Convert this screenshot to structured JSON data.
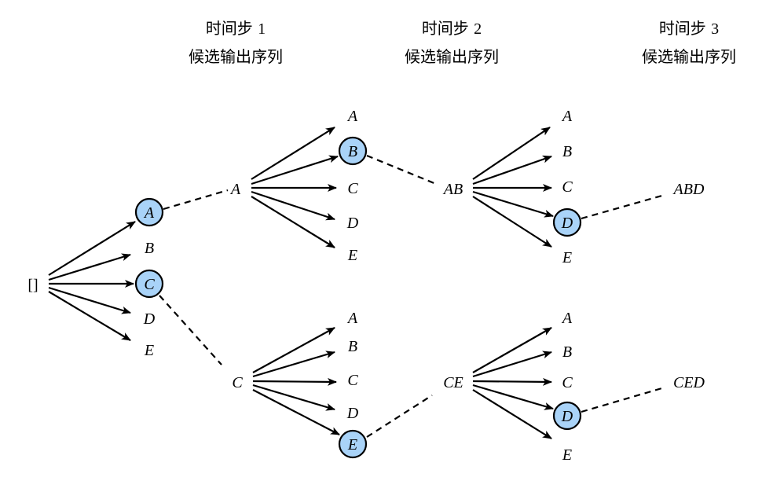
{
  "headers": [
    {
      "line1": "时间步",
      "num": "1",
      "line2": "候选输出序列"
    },
    {
      "line1": "时间步",
      "num": "2",
      "line2": "候选输出序列"
    },
    {
      "line1": "时间步",
      "num": "3",
      "line2": "候选输出序列"
    }
  ],
  "root_label": "[]",
  "step1": {
    "candidates": [
      "A",
      "B",
      "C",
      "D",
      "E"
    ],
    "selected": [
      "A",
      "C"
    ]
  },
  "step2": {
    "branches": [
      {
        "prefix": "A",
        "candidates": [
          "A",
          "B",
          "C",
          "D",
          "E"
        ],
        "selected": "B"
      },
      {
        "prefix": "C",
        "candidates": [
          "A",
          "B",
          "C",
          "D",
          "E"
        ],
        "selected": "E"
      }
    ]
  },
  "step3": {
    "branches": [
      {
        "prefix": "AB",
        "candidates": [
          "A",
          "B",
          "C",
          "D",
          "E"
        ],
        "selected": "D",
        "result": "ABD"
      },
      {
        "prefix": "CE",
        "candidates": [
          "A",
          "B",
          "C",
          "D",
          "E"
        ],
        "selected": "D",
        "result": "CED"
      }
    ]
  },
  "colors": {
    "selected_fill": "#a9d3f8",
    "stroke": "#000000"
  }
}
